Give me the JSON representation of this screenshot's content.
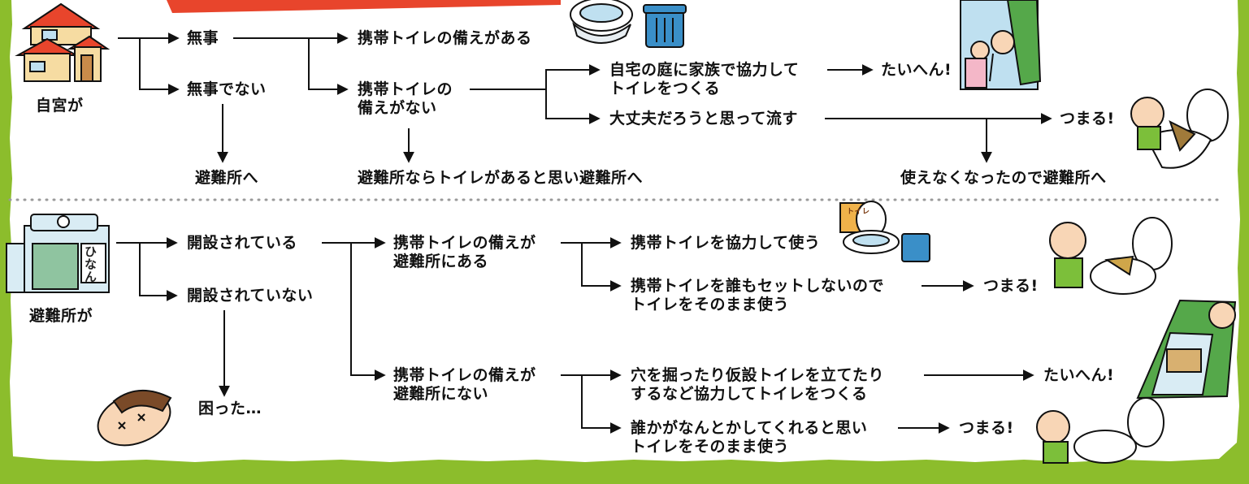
{
  "colors": {
    "border": "#8cbd2c",
    "paper": "#ffffff",
    "line": "#111111",
    "red_banner": "#e8452c",
    "dots": "#9a9a9a"
  },
  "top": {
    "start": "自宮が",
    "safe": "無事",
    "not_safe": "無事でない",
    "go_shelter": "避難所へ",
    "prepared": "携帯トイレの備えがある",
    "not_prepared": "携帯トイレの\n備えがない",
    "think_shelter": "避難所ならトイレがあると思い避難所へ",
    "make_toilet": "自宅の庭に家族で協力して\nトイレをつくる",
    "tough": "たいへん!",
    "flush": "大丈夫だろうと思って流す",
    "clog": "つまる!",
    "unusable": "使えなくなったので避難所へ"
  },
  "bottom": {
    "start": "避難所が",
    "sign": "ひなん",
    "open": "開設されている",
    "not_open": "開設されていない",
    "trouble": "困った…",
    "has_toilet": "携帯トイレの備えが\n避難所にある",
    "no_toilet": "携帯トイレの備えが\n避難所にない",
    "use_together": "携帯トイレを協力して使う",
    "nobody_set": "携帯トイレを誰もセットしないので\nトイレをそのまま使う",
    "clog1": "つまる!",
    "dig_hole": "穴を掘ったり仮設トイレを立てたり\nするなど協力してトイレをつくる",
    "tough": "たいへん!",
    "someone": "誰かがなんとかしてくれると思い\nトイレをそのまま使う",
    "clog2": "つまる!",
    "package_label": "トイレ"
  }
}
